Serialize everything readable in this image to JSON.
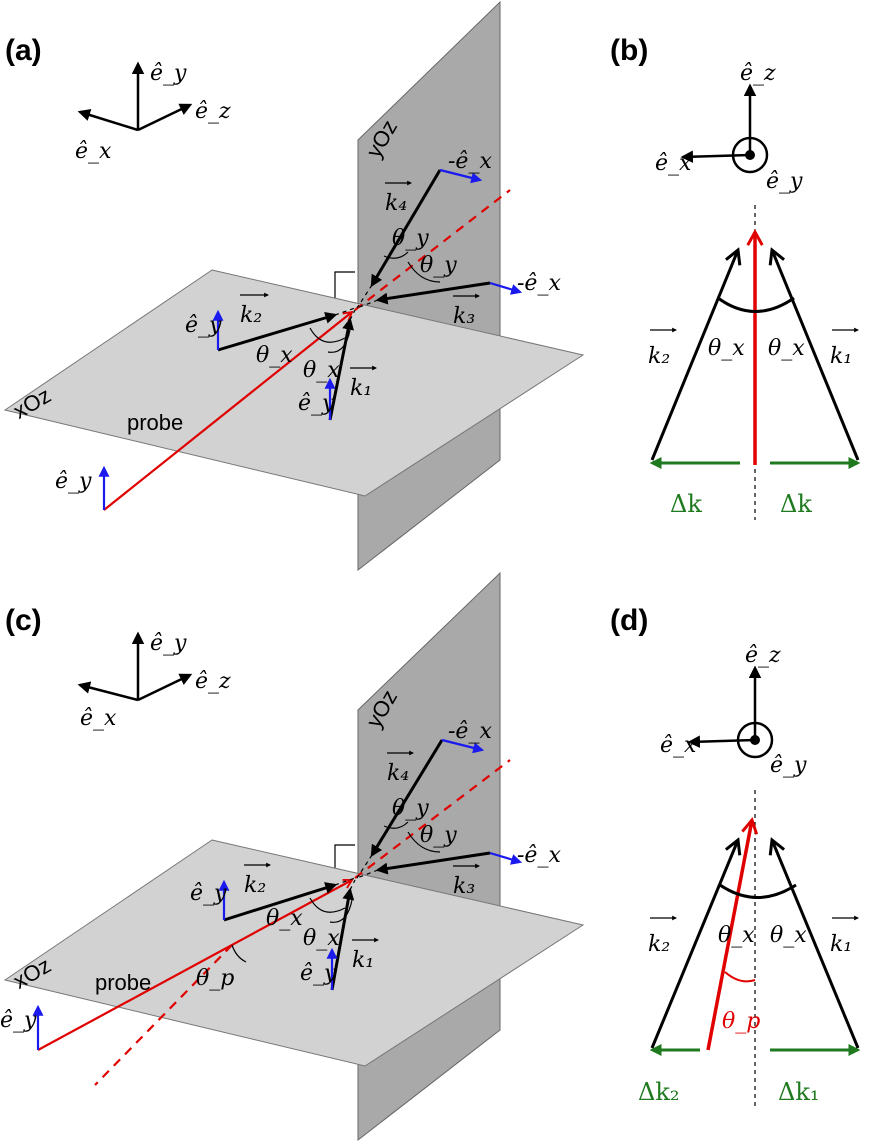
{
  "panels": {
    "a": {
      "label": "(a)",
      "axis_ey": "ê_y",
      "axis_ez": "ê_z",
      "axis_ex": "ê_x",
      "plane_xoz": "xOz",
      "plane_yoz": "yOz",
      "probe": "probe",
      "k1": "k₁",
      "k2": "k₂",
      "k3": "k₃",
      "k4": "k₄",
      "theta_x": "θ_x",
      "theta_y": "θ_y",
      "pol_ey": "ê_y",
      "pol_minus_ex": "-ê_x"
    },
    "b": {
      "label": "(b)",
      "axis_ez": "ê_z",
      "axis_ex": "ê_x",
      "axis_ey": "ê_y",
      "k1": "k₁",
      "k2": "k₂",
      "theta_x": "θ_x",
      "delta_k": "Δk"
    },
    "c": {
      "label": "(c)",
      "axis_ey": "ê_y",
      "axis_ez": "ê_z",
      "axis_ex": "ê_x",
      "plane_xoz": "xOz",
      "plane_yoz": "yOz",
      "probe": "probe",
      "k1": "k₁",
      "k2": "k₂",
      "k3": "k₃",
      "k4": "k₄",
      "theta_x": "θ_x",
      "theta_y": "θ_y",
      "theta_p": "θ_p",
      "pol_ey": "ê_y",
      "pol_minus_ex": "-ê_x"
    },
    "d": {
      "label": "(d)",
      "axis_ez": "ê_z",
      "axis_ex": "ê_x",
      "axis_ey": "ê_y",
      "k1": "k₁",
      "k2": "k₂",
      "theta_x": "θ_x",
      "theta_p": "θ_p",
      "delta_k1": "Δk₁",
      "delta_k2": "Δk₂"
    }
  },
  "colors": {
    "probe": "#e00000",
    "polarization": "#1a1aee",
    "delta_k": "#1f7a1f",
    "plane_xoz": "#cfcfcf",
    "plane_yoz": "#a9a9a9"
  }
}
